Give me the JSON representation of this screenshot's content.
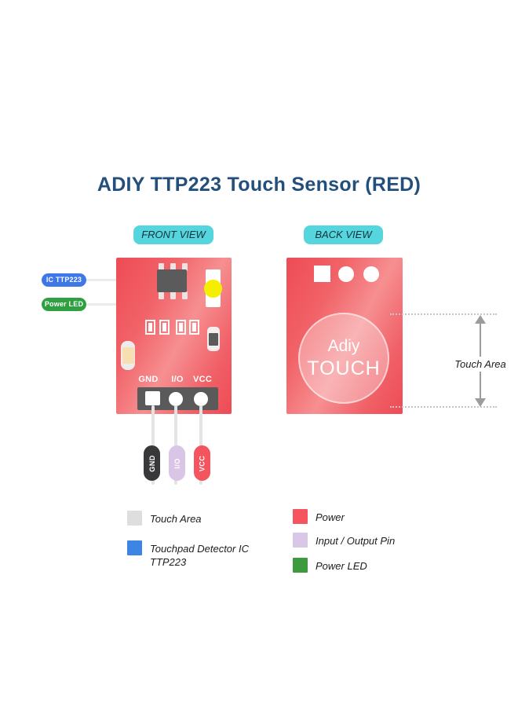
{
  "title": "ADIY TTP223 Touch Sensor (RED)",
  "front_view": {
    "badge": "FRONT VIEW",
    "pin_labels": [
      "GND",
      "I/O",
      "VCC"
    ]
  },
  "back_view": {
    "badge": "BACK VIEW",
    "touch_text": [
      "Adiy",
      "TOUCH"
    ]
  },
  "callouts": {
    "ic": "IC TTP223",
    "power_led": "Power LED",
    "touch_area": "Touch Area"
  },
  "pin_tags": [
    {
      "label": "GND",
      "color": "#38383a"
    },
    {
      "label": "I/O",
      "color": "#d9c6e6"
    },
    {
      "label": "VCC",
      "color": "#f4545e"
    }
  ],
  "legend": {
    "left": [
      {
        "label": "Touch Area",
        "color": "#dedede"
      },
      {
        "line1": "Touchpad Detector IC",
        "line2": "TTP223",
        "color": "#3d85e4"
      }
    ],
    "right": [
      {
        "label": "Power",
        "color": "#f4555f"
      },
      {
        "label": "Input / Output Pin",
        "color": "#d9c7e8"
      },
      {
        "label": "Power LED",
        "color": "#3c9a3f"
      }
    ]
  },
  "colors": {
    "badge_bg": "#55d6de",
    "callout_ic_bg": "#3e78e8",
    "callout_led_bg": "#2fa042",
    "led_yellow": "#f6ee00",
    "title": "#234f7d",
    "pcb_red": "#ef5057"
  }
}
